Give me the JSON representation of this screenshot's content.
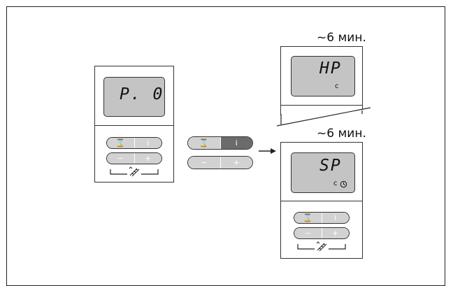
{
  "display_main": {
    "code": "P. 0"
  },
  "panel_hp": {
    "time": "~6 мин.",
    "code": "HP",
    "unit": "c"
  },
  "panel_sp": {
    "time": "~6 мин.",
    "code": "SP",
    "unit": "c"
  },
  "buttons": {
    "menu_glyph": "⌛",
    "info_glyph": "i",
    "minus_glyph": "−",
    "plus_glyph": "+"
  },
  "colors": {
    "screen": "#c4c4c4",
    "button": "#d2d2d2",
    "button_pressed": "#6b6b6b"
  }
}
